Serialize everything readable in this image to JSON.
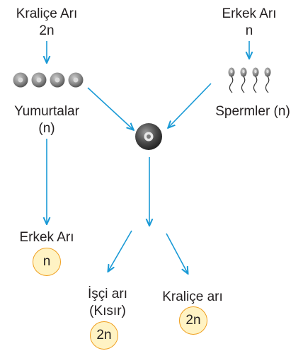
{
  "top_left": {
    "title": "Kraliçe Arı",
    "ploidy": "2n"
  },
  "top_right": {
    "title": "Erkek Arı",
    "ploidy": "n"
  },
  "eggs": {
    "label_line1": "Yumurtalar",
    "label_line2": "(n)"
  },
  "sperms": {
    "label": "Spermler (n)"
  },
  "male_offspring": {
    "label": "Erkek Arı",
    "badge": "n"
  },
  "worker_offspring": {
    "label_line1": "İşçi arı",
    "label_line2": "(Kısır)",
    "badge": "2n"
  },
  "queen_offspring": {
    "label": "Kraliçe arı",
    "badge": "2n"
  },
  "colors": {
    "arrow": "#1a9ad6",
    "badge_fill": "#fff3c4",
    "badge_border": "#f0a020"
  }
}
